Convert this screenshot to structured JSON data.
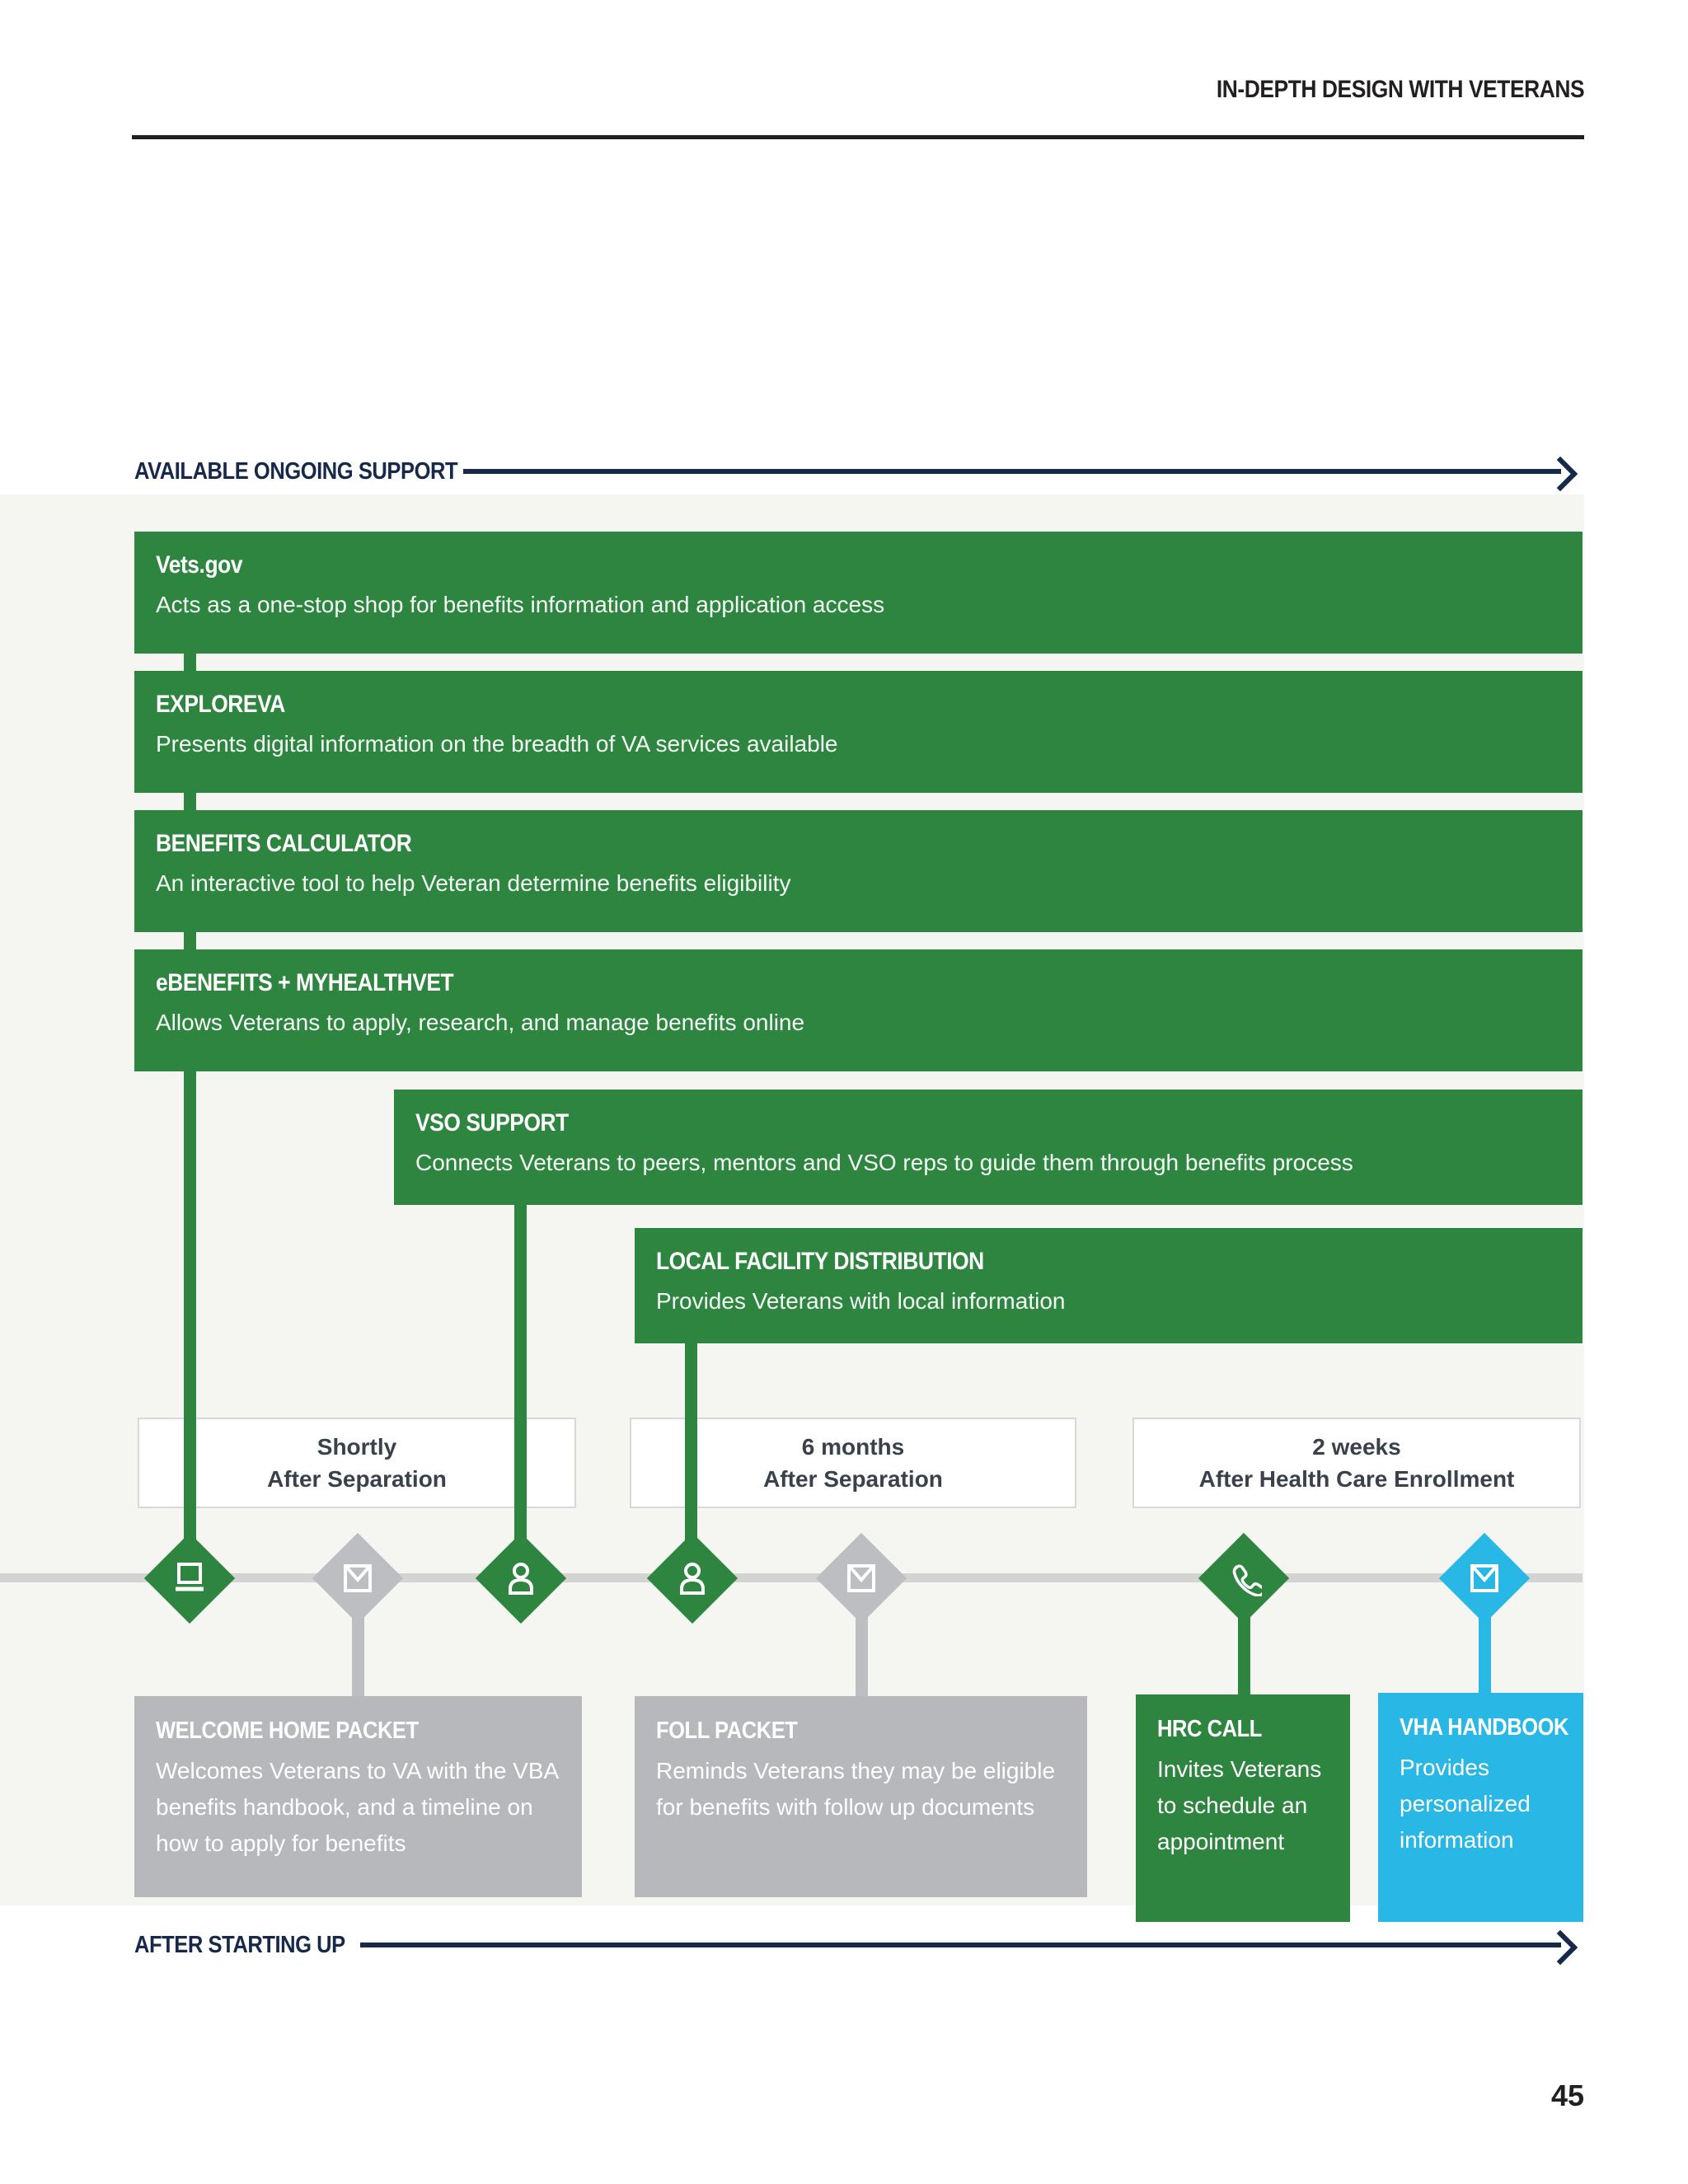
{
  "header": {
    "title": "IN-DEPTH DESIGN WITH VETERANS"
  },
  "sections": {
    "ongoing_label": "AVAILABLE ONGOING SUPPORT",
    "after_label": "AFTER STARTING UP"
  },
  "bars": [
    {
      "title": "Vets.gov",
      "desc": "Acts as a one-stop shop for benefits information and application access"
    },
    {
      "title": "EXPLOREVA",
      "desc": "Presents digital information on the breadth of VA services available"
    },
    {
      "title": "BENEFITS CALCULATOR",
      "desc": "An interactive tool to help Veteran determine benefits eligibility"
    },
    {
      "title": "eBENEFITS + MYHEALTHVET",
      "desc": "Allows Veterans to apply, research, and manage benefits online"
    },
    {
      "title": "VSO SUPPORT",
      "desc": "Connects Veterans to peers, mentors and VSO reps to guide them through benefits process"
    },
    {
      "title": "LOCAL FACILITY DISTRIBUTION",
      "desc": "Provides Veterans with local information"
    }
  ],
  "milestone_windows": [
    {
      "line1": "Shortly",
      "line2": "After Separation"
    },
    {
      "line1": "6 months",
      "line2": "After Separation"
    },
    {
      "line1": "2 weeks",
      "line2": "After Health Care Enrollment"
    }
  ],
  "timeline_markers": [
    {
      "icon": "laptop-icon",
      "color": "green"
    },
    {
      "icon": "envelope-icon",
      "color": "gray"
    },
    {
      "icon": "person-icon",
      "color": "green"
    },
    {
      "icon": "person-icon",
      "color": "green"
    },
    {
      "icon": "envelope-icon",
      "color": "gray"
    },
    {
      "icon": "phone-icon",
      "color": "green"
    },
    {
      "icon": "envelope-icon",
      "color": "cyan"
    }
  ],
  "deliverables": [
    {
      "title": "WELCOME HOME PACKET",
      "desc": "Welcomes Veterans to VA with the VBA benefits handbook, and a timeline on how to apply for benefits",
      "color": "gray"
    },
    {
      "title": "FOLL PACKET",
      "desc": "Reminds Veterans they may be eligible for benefits with follow up documents",
      "color": "gray"
    },
    {
      "title": "HRC CALL",
      "desc": "Invites Veterans to schedule an appointment",
      "color": "green"
    },
    {
      "title": "VHA HANDBOOK",
      "desc": "Provides personalized information",
      "color": "cyan"
    }
  ],
  "footer": {
    "page_number": "45"
  },
  "colors": {
    "green": "#2E8540",
    "cyan": "#29B7E6",
    "card_gray": "#B7B8BC",
    "marker_gray": "#BDBEC2",
    "timeline_gray": "#D3D3D3",
    "navy": "#17294A",
    "ink": "#231F20"
  }
}
